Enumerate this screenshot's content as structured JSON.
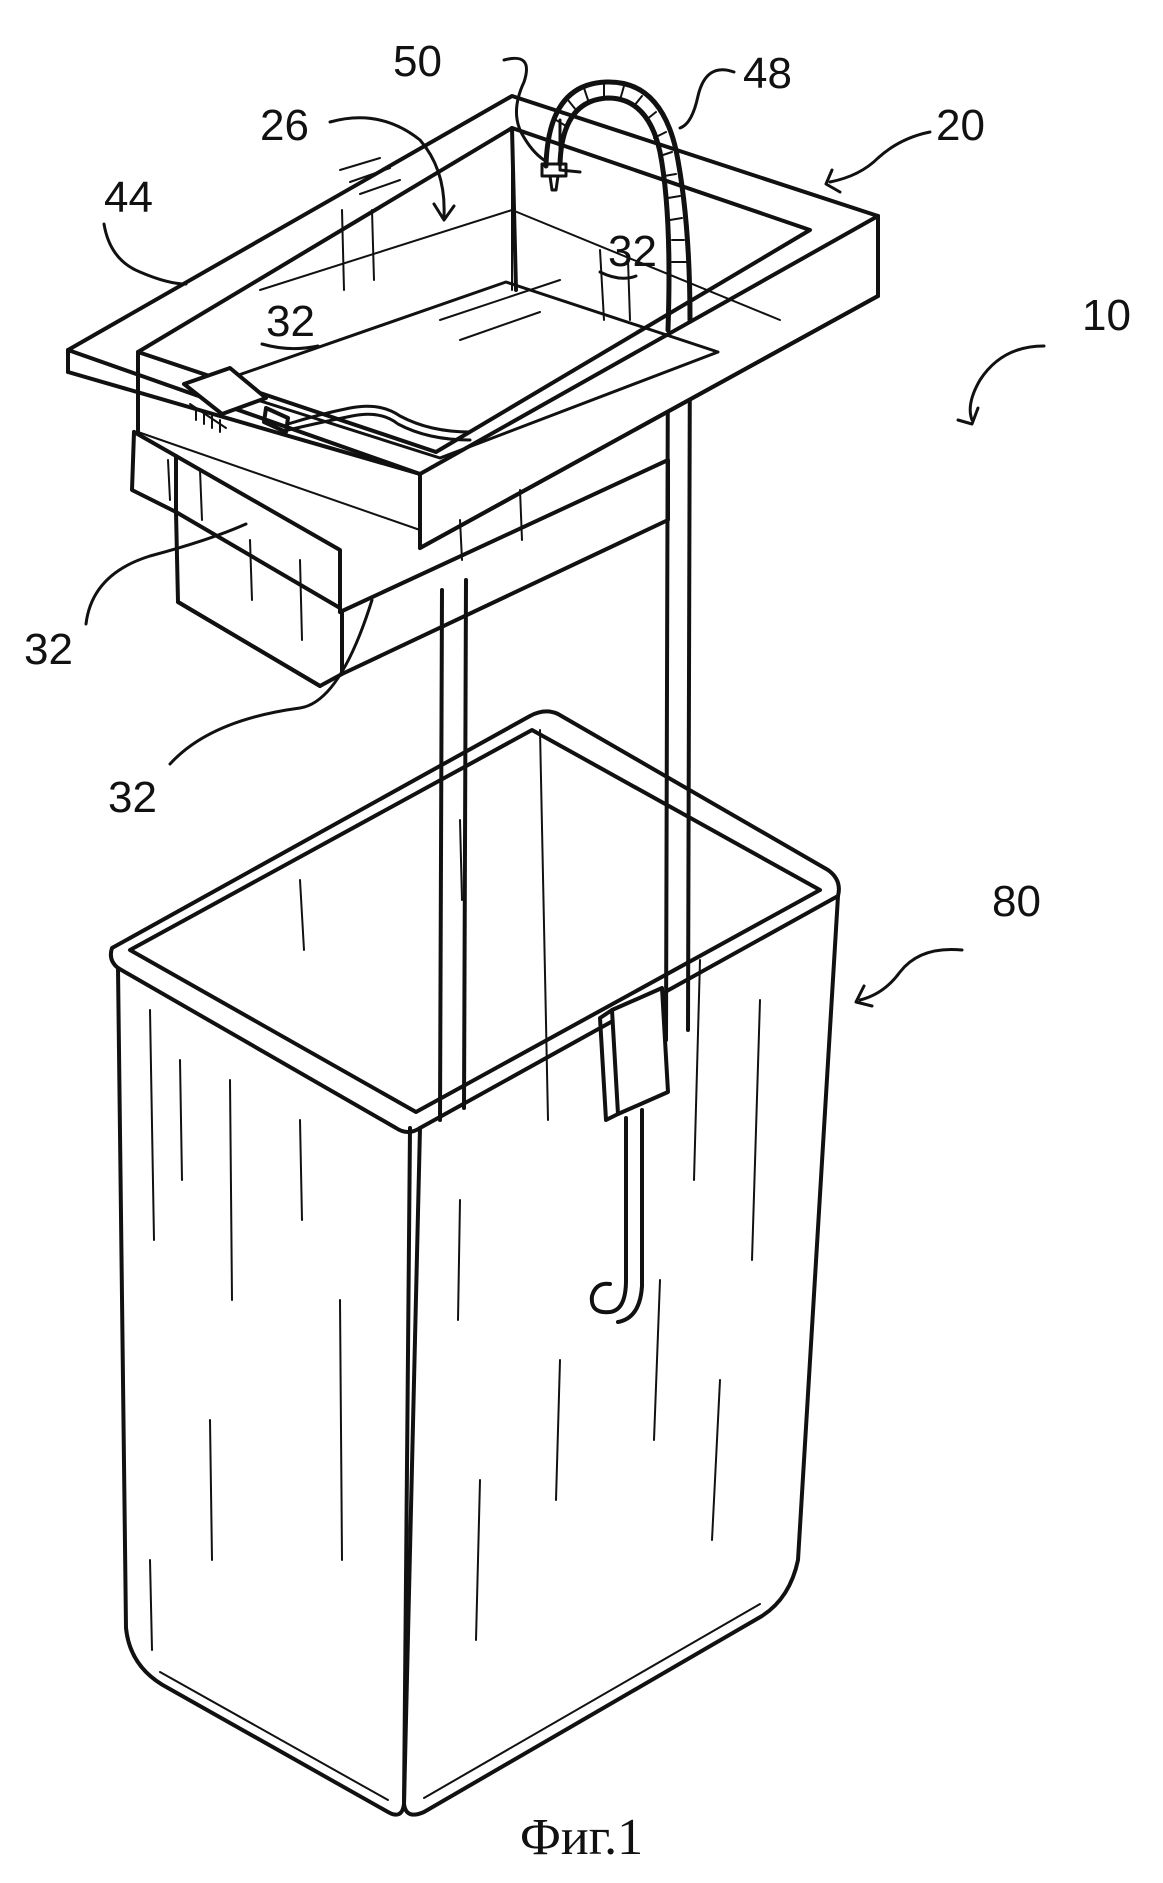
{
  "labels": {
    "ref_10": "10",
    "ref_20": "20",
    "ref_26": "26",
    "ref_32_a": "32",
    "ref_32_b": "32",
    "ref_32_c": "32",
    "ref_32_d": "32",
    "ref_44": "44",
    "ref_48": "48",
    "ref_50": "50",
    "ref_80": "80"
  },
  "caption": "Фиг.1",
  "colors": {
    "ink": "#111111",
    "paper": "#ffffff"
  }
}
